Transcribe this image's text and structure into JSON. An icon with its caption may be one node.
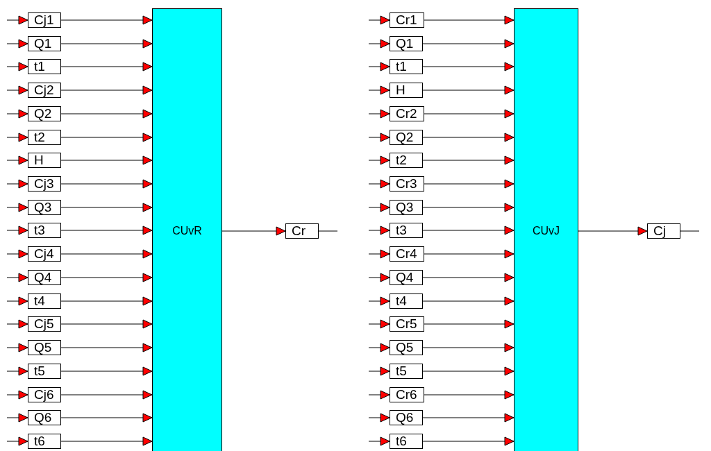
{
  "diagram": {
    "nodes": [
      {
        "text": [
          "Cj1"
        ]
      },
      {
        "text": [
          "Q1"
        ]
      },
      {
        "text": [
          "t1"
        ]
      },
      {
        "text": [
          "Cj2"
        ]
      },
      {
        "text": [
          "Q2"
        ]
      },
      {
        "text": [
          "t2"
        ]
      },
      {
        "text": [
          "H"
        ]
      },
      {
        "text": [
          "Cj3"
        ]
      },
      {
        "text": [
          "Q3"
        ]
      },
      {
        "text": [
          "t3"
        ]
      },
      {
        "text": [
          "Cj4"
        ]
      },
      {
        "text": [
          "Q4"
        ]
      },
      {
        "text": [
          "t4"
        ]
      },
      {
        "text": [
          "Cj5"
        ]
      },
      {
        "text": [
          "Q5"
        ]
      },
      {
        "text": [
          "t5"
        ]
      },
      {
        "text": [
          "Cj6"
        ]
      },
      {
        "text": [
          "Q6"
        ]
      },
      {
        "text": [
          "t6"
        ]
      },
      {
        "text": [
          "CUvR"
        ]
      },
      {
        "text": [
          "Cr"
        ]
      },
      {
        "text": [
          "Cr1"
        ]
      },
      {
        "text": [
          "Q1"
        ]
      },
      {
        "text": [
          "t1"
        ]
      },
      {
        "text": [
          "H"
        ]
      },
      {
        "text": [
          "Cr2"
        ]
      },
      {
        "text": [
          "Q2"
        ]
      },
      {
        "text": [
          "t2"
        ]
      },
      {
        "text": [
          "Cr3"
        ]
      },
      {
        "text": [
          "Q3"
        ]
      },
      {
        "text": [
          "t3"
        ]
      },
      {
        "text": [
          "Cr4"
        ]
      },
      {
        "text": [
          "Q4"
        ]
      },
      {
        "text": [
          "t4"
        ]
      },
      {
        "text": [
          "Cr5"
        ]
      },
      {
        "text": [
          "Q5"
        ]
      },
      {
        "text": [
          "t5"
        ]
      },
      {
        "text": [
          "Cr6"
        ]
      },
      {
        "text": [
          "Q6"
        ]
      },
      {
        "text": [
          "t6"
        ]
      },
      {
        "text": [
          "CUvJ"
        ]
      },
      {
        "text": [
          "Cj"
        ]
      }
    ],
    "edges": [
      {
        "from": null,
        "to": 0,
        "arrow": "to"
      },
      {
        "from": 0,
        "to": 19,
        "arrow": "to"
      },
      {
        "from": null,
        "to": 1,
        "arrow": "to"
      },
      {
        "from": 1,
        "to": 19,
        "arrow": "to"
      },
      {
        "from": null,
        "to": 2,
        "arrow": "to"
      },
      {
        "from": 2,
        "to": 19,
        "arrow": "to"
      },
      {
        "from": null,
        "to": 3,
        "arrow": "to"
      },
      {
        "from": 3,
        "to": 19,
        "arrow": "to"
      },
      {
        "from": null,
        "to": 4,
        "arrow": "to"
      },
      {
        "from": 4,
        "to": 19,
        "arrow": "to"
      },
      {
        "from": null,
        "to": 5,
        "arrow": "to"
      },
      {
        "from": 5,
        "to": 19,
        "arrow": "to"
      },
      {
        "from": null,
        "to": 6,
        "arrow": "to"
      },
      {
        "from": 6,
        "to": 19,
        "arrow": "to"
      },
      {
        "from": null,
        "to": 7,
        "arrow": "to"
      },
      {
        "from": 7,
        "to": 19,
        "arrow": "to"
      },
      {
        "from": null,
        "to": 8,
        "arrow": "to"
      },
      {
        "from": 8,
        "to": 19,
        "arrow": "to"
      },
      {
        "from": null,
        "to": 9,
        "arrow": "to"
      },
      {
        "from": 9,
        "to": 19,
        "arrow": "to"
      },
      {
        "from": null,
        "to": 10,
        "arrow": "to"
      },
      {
        "from": 10,
        "to": 19,
        "arrow": "to"
      },
      {
        "from": null,
        "to": 11,
        "arrow": "to"
      },
      {
        "from": 11,
        "to": 19,
        "arrow": "to"
      },
      {
        "from": null,
        "to": 12,
        "arrow": "to"
      },
      {
        "from": 12,
        "to": 19,
        "arrow": "to"
      },
      {
        "from": null,
        "to": 13,
        "arrow": "to"
      },
      {
        "from": 13,
        "to": 19,
        "arrow": "to"
      },
      {
        "from": null,
        "to": 14,
        "arrow": "to"
      },
      {
        "from": 14,
        "to": 19,
        "arrow": "to"
      },
      {
        "from": null,
        "to": 15,
        "arrow": "to"
      },
      {
        "from": 15,
        "to": 19,
        "arrow": "to"
      },
      {
        "from": null,
        "to": 16,
        "arrow": "to"
      },
      {
        "from": 16,
        "to": 19,
        "arrow": "to"
      },
      {
        "from": null,
        "to": 17,
        "arrow": "to"
      },
      {
        "from": 17,
        "to": 19,
        "arrow": "to"
      },
      {
        "from": null,
        "to": 18,
        "arrow": "to"
      },
      {
        "from": 18,
        "to": 19,
        "arrow": "to"
      },
      {
        "from": 19,
        "to": 20,
        "arrow": "to"
      },
      {
        "from": 20,
        "to": null,
        "arrow": "none"
      },
      {
        "from": null,
        "to": 21,
        "arrow": "to"
      },
      {
        "from": 21,
        "to": 40,
        "arrow": "to"
      },
      {
        "from": null,
        "to": 22,
        "arrow": "to"
      },
      {
        "from": 22,
        "to": 40,
        "arrow": "to"
      },
      {
        "from": null,
        "to": 23,
        "arrow": "to"
      },
      {
        "from": 23,
        "to": 40,
        "arrow": "to"
      },
      {
        "from": null,
        "to": 24,
        "arrow": "to"
      },
      {
        "from": 24,
        "to": 40,
        "arrow": "to"
      },
      {
        "from": null,
        "to": 25,
        "arrow": "to"
      },
      {
        "from": 25,
        "to": 40,
        "arrow": "to"
      },
      {
        "from": null,
        "to": 26,
        "arrow": "to"
      },
      {
        "from": 26,
        "to": 40,
        "arrow": "to"
      },
      {
        "from": null,
        "to": 27,
        "arrow": "to"
      },
      {
        "from": 27,
        "to": 40,
        "arrow": "to"
      },
      {
        "from": null,
        "to": 28,
        "arrow": "to"
      },
      {
        "from": 28,
        "to": 40,
        "arrow": "to"
      },
      {
        "from": null,
        "to": 29,
        "arrow": "to"
      },
      {
        "from": 29,
        "to": 40,
        "arrow": "to"
      },
      {
        "from": null,
        "to": 30,
        "arrow": "to"
      },
      {
        "from": 30,
        "to": 40,
        "arrow": "to"
      },
      {
        "from": null,
        "to": 31,
        "arrow": "to"
      },
      {
        "from": 31,
        "to": 40,
        "arrow": "to"
      },
      {
        "from": null,
        "to": 32,
        "arrow": "to"
      },
      {
        "from": 32,
        "to": 40,
        "arrow": "to"
      },
      {
        "from": null,
        "to": 33,
        "arrow": "to"
      },
      {
        "from": 33,
        "to": 40,
        "arrow": "to"
      },
      {
        "from": null,
        "to": 34,
        "arrow": "to"
      },
      {
        "from": 34,
        "to": 40,
        "arrow": "to"
      },
      {
        "from": null,
        "to": 35,
        "arrow": "to"
      },
      {
        "from": 35,
        "to": 40,
        "arrow": "to"
      },
      {
        "from": null,
        "to": 36,
        "arrow": "to"
      },
      {
        "from": 36,
        "to": 40,
        "arrow": "to"
      },
      {
        "from": null,
        "to": 37,
        "arrow": "to"
      },
      {
        "from": 37,
        "to": 40,
        "arrow": "to"
      },
      {
        "from": null,
        "to": 38,
        "arrow": "to"
      },
      {
        "from": 38,
        "to": 40,
        "arrow": "to"
      },
      {
        "from": null,
        "to": 39,
        "arrow": "to"
      },
      {
        "from": 39,
        "to": 40,
        "arrow": "to"
      },
      {
        "from": 40,
        "to": 41,
        "arrow": "to"
      },
      {
        "from": 41,
        "to": null,
        "arrow": "none"
      }
    ]
  }
}
